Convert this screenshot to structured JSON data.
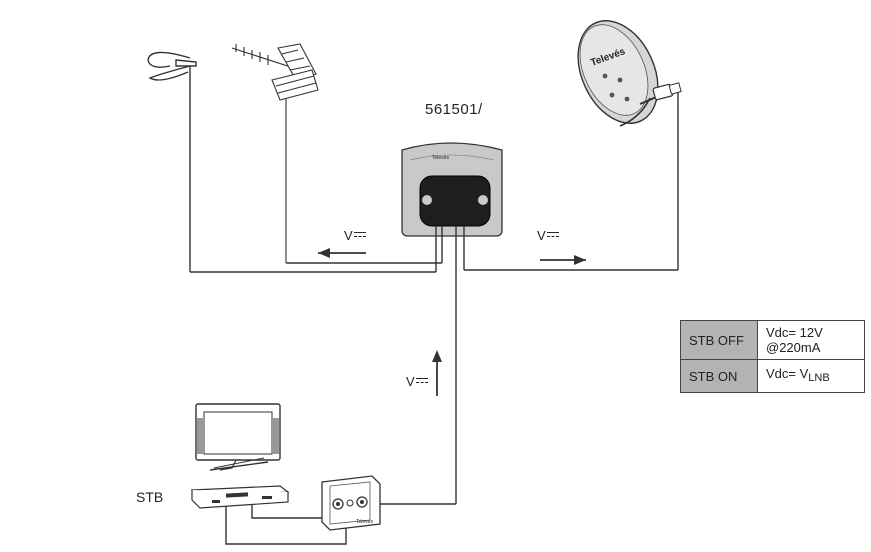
{
  "diagram": {
    "model_label": "561501/",
    "stb_label": "STB",
    "brand_text": "Televés",
    "wall_plate_brand": "Televes",
    "voltage_symbol": "V",
    "arrows": {
      "left": "V",
      "right": "V",
      "up": "V"
    }
  },
  "table": {
    "rows": [
      {
        "state": "STB OFF",
        "value_line1": "Vdc= 12V",
        "value_line2": "@220mA",
        "value_sub": ""
      },
      {
        "state": "STB ON",
        "value_line1": "Vdc= V",
        "value_line2": "",
        "value_sub": "LNB"
      }
    ]
  },
  "colors": {
    "line": "#333333",
    "device_body": "#c9c9c9",
    "device_front": "#1e1e1e",
    "table_state_bg": "#b3b3b3"
  }
}
